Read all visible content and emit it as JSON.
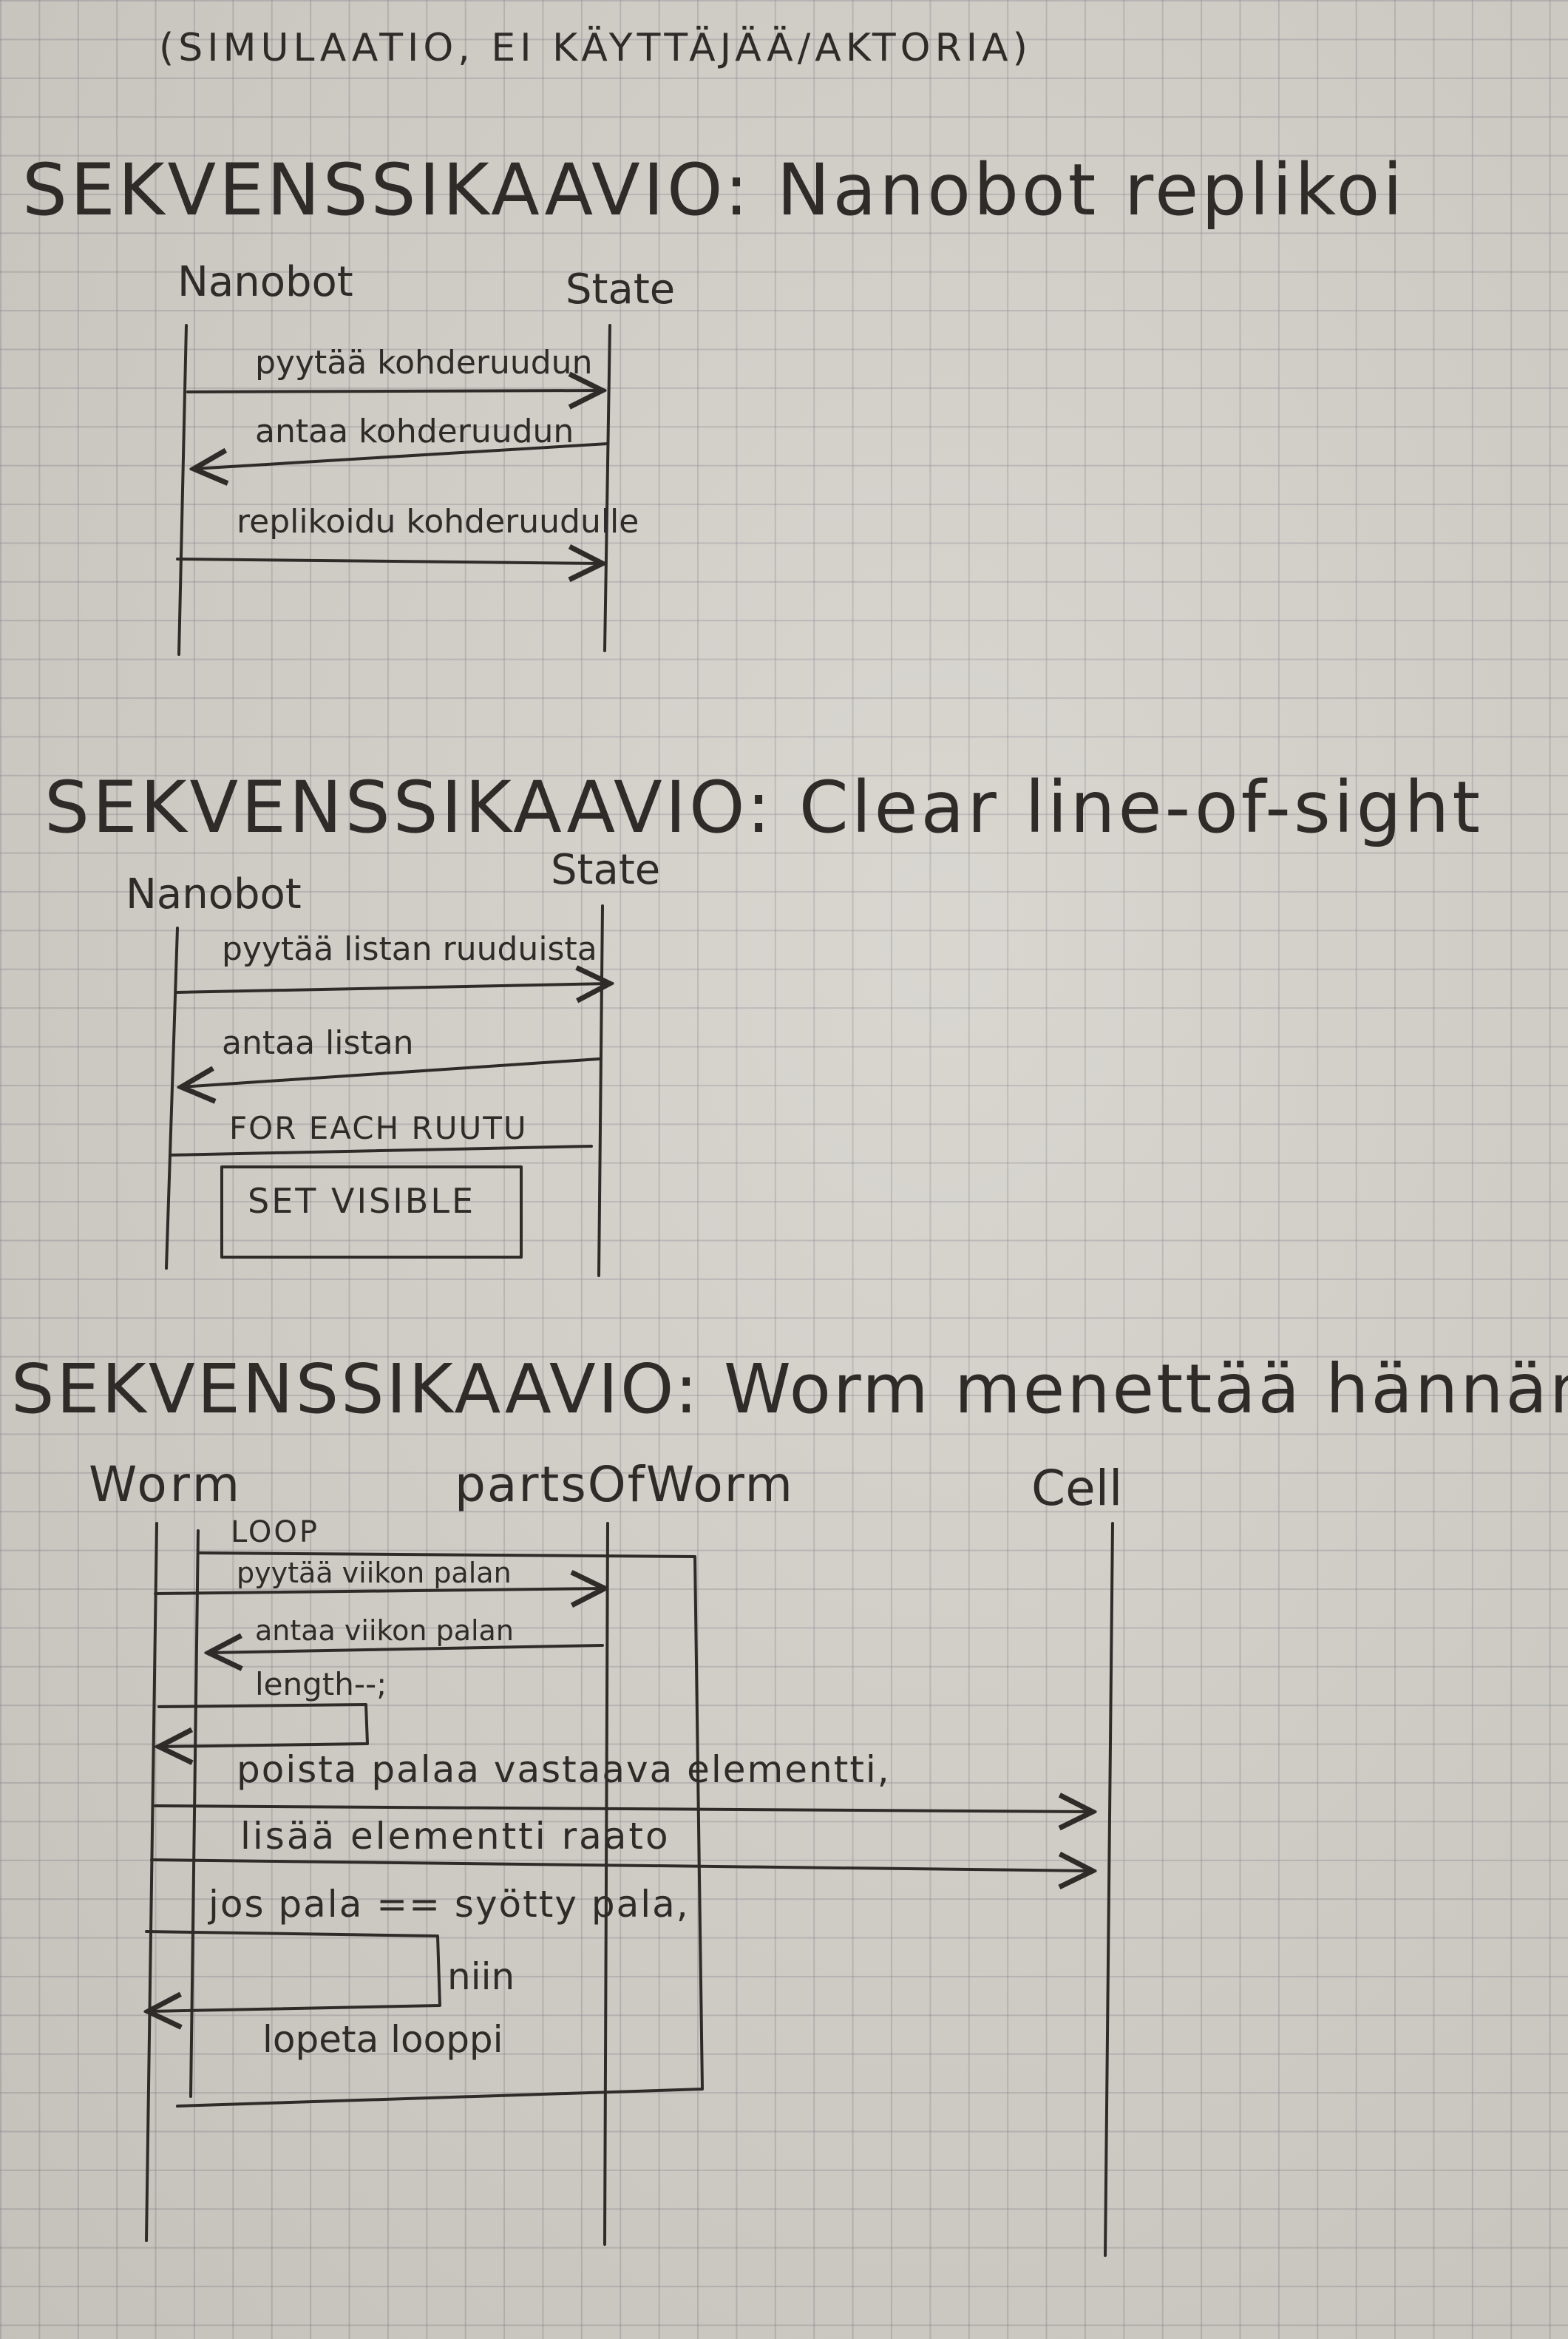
{
  "header": {
    "note": "(SIMULAATIO, EI KÄYTTÄJÄÄ/AKTORIA)"
  },
  "diagrams": [
    {
      "title": "SEKVENSSIKAAVIO: Nanobot replikoi",
      "participants": [
        "Nanobot",
        "State"
      ],
      "messages": [
        "pyytää kohderuudun",
        "antaa kohderuudun",
        "replikoidu kohderuudulle"
      ]
    },
    {
      "title": "SEKVENSSIKAAVIO: Clear line-of-sight",
      "participants": [
        "Nanobot",
        "State"
      ],
      "messages": [
        "pyytää listan ruuduista",
        "antaa listan"
      ],
      "loop_label": "FOR EACH RUUTU",
      "inner_box": "SET VISIBLE"
    },
    {
      "title": "SEKVENSSIKAAVIO: Worm menettää hännän",
      "participants": [
        "Worm",
        "partsOfWorm",
        "Cell"
      ],
      "loop_label": "LOOP",
      "messages": [
        "pyytää viikon palan",
        "antaa viikon palan",
        "length--;",
        "poista palaa vastaava elementti,",
        "lisää elementti raato",
        "jos pala == syötty pala,",
        "niin",
        "lopeta looppi"
      ]
    }
  ]
}
